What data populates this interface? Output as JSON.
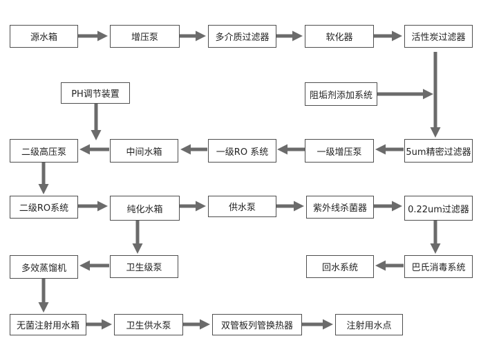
{
  "nodes": {
    "source_tank": "源水箱",
    "booster_pump": "增压泵",
    "multimedia_filter": "多介质过滤器",
    "softener": "软化器",
    "carbon_filter": "活性炭过滤器",
    "antiscalant": "阻垢剂添加系统",
    "ph_adjust": "PH调节装置",
    "secondary_hp_pump": "二级高压泵",
    "intermediate_tank": "中间水箱",
    "primary_ro": "一级RO 系统",
    "primary_booster": "一级增压泵",
    "precision_filter": "5um精密过滤器",
    "secondary_ro": "二级RO系统",
    "pure_water_tank": "纯化水箱",
    "supply_pump": "供水泵",
    "uv_sterilizer": "紫外线杀菌器",
    "filter_022": "0.22um过滤器",
    "multi_effect_still": "多效蒸馏机",
    "sanitary_pump": "卫生级泵",
    "return_system": "回水系统",
    "pasteur_system": "巴氏消毒系统",
    "wfi_tank": "无菌注射用水箱",
    "sanitary_supply_pump": "卫生供水泵",
    "heat_exchanger": "双管板列管换热器",
    "use_point": "注射用水点"
  },
  "colors": {
    "arrow": "#6b6b6b",
    "border": "#4d4d4d"
  }
}
